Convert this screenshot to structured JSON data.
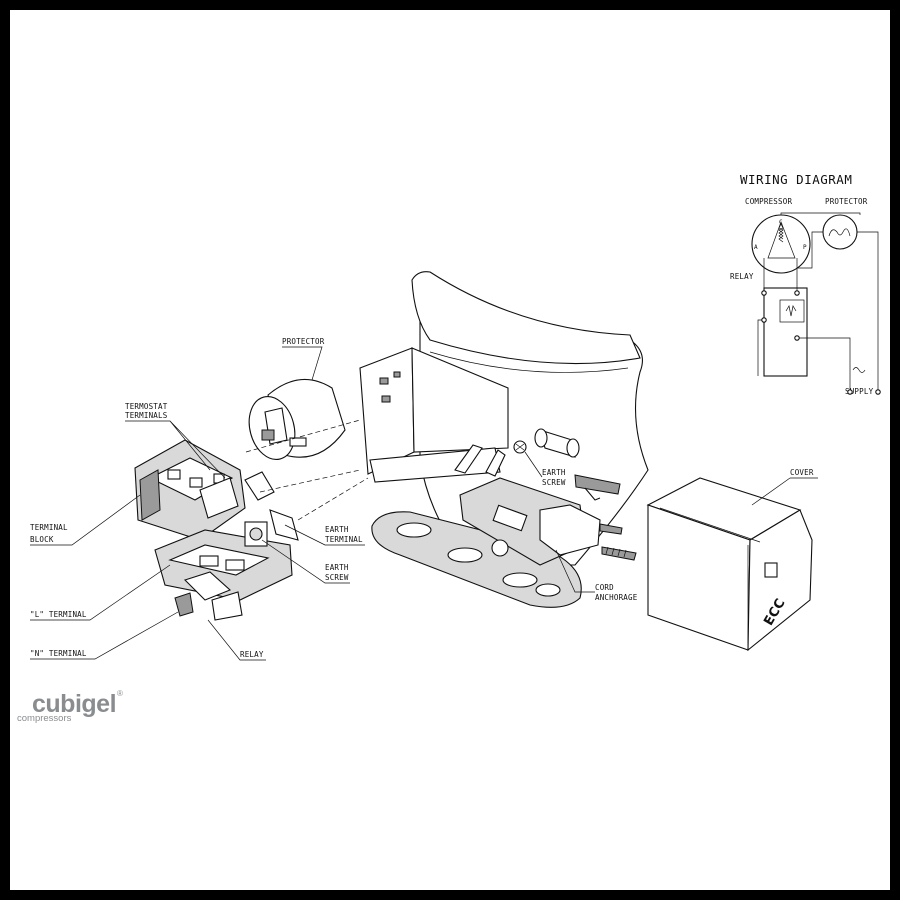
{
  "wiring": {
    "title": "WIRING DIAGRAM",
    "compressor": "COMPRESSOR",
    "protector": "PROTECTOR",
    "relay": "RELAY",
    "supply": "SUPPLY",
    "pin_c": "C",
    "pin_a": "A",
    "pin_p": "P"
  },
  "labels": {
    "protector": "PROTECTOR",
    "termostat_1": "TERMOSTAT",
    "termostat_2": "TERMINALS",
    "terminal_block_1": "TERMINAL",
    "terminal_block_2": "BLOCK",
    "earth_terminal_1": "EARTH",
    "earth_terminal_2": "TERMINAL",
    "earth_screw_a_1": "EARTH",
    "earth_screw_a_2": "SCREW",
    "earth_screw_b_1": "EARTH",
    "earth_screw_b_2": "SCREW",
    "l_terminal": "\"L\" TERMINAL",
    "n_terminal": "\"N\" TERMINAL",
    "relay": "RELAY",
    "cover": "COVER",
    "cord_anchorage_1": "CORD",
    "cord_anchorage_2": "ANCHORAGE",
    "cover_badge": "ECC"
  },
  "logo": {
    "brand": "cubigel",
    "registered": "®",
    "sub": "compressors"
  }
}
